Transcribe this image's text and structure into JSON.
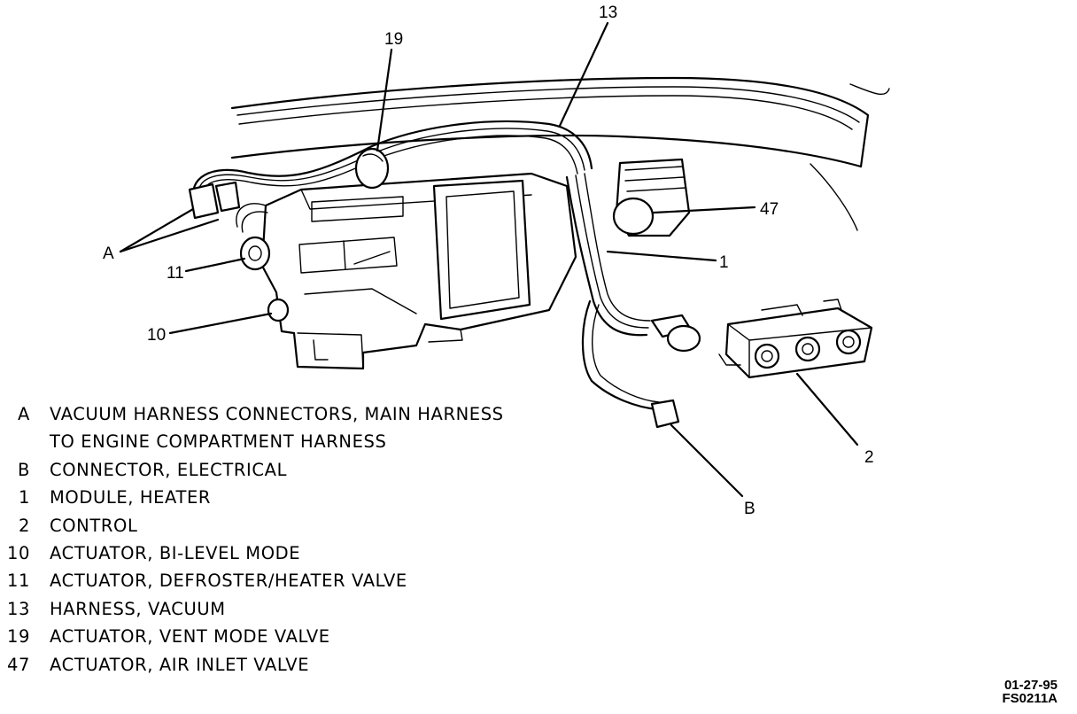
{
  "callouts": {
    "c19": "19",
    "c13": "13",
    "c47": "47",
    "c1": "1",
    "cA": "A",
    "c11": "11",
    "c10": "10",
    "c2": "2",
    "cB": "B"
  },
  "legend": [
    {
      "key": "A",
      "lines": [
        "VACUUM HARNESS CONNECTORS, MAIN HARNESS",
        "TO ENGINE COMPARTMENT HARNESS"
      ]
    },
    {
      "key": "B",
      "lines": [
        "CONNECTOR, ELECTRICAL"
      ]
    },
    {
      "key": "1",
      "lines": [
        "MODULE, HEATER"
      ]
    },
    {
      "key": "2",
      "lines": [
        "CONTROL"
      ]
    },
    {
      "key": "10",
      "lines": [
        "ACTUATOR, BI-LEVEL MODE"
      ]
    },
    {
      "key": "11",
      "lines": [
        "ACTUATOR, DEFROSTER/HEATER VALVE"
      ]
    },
    {
      "key": "13",
      "lines": [
        "HARNESS, VACUUM"
      ]
    },
    {
      "key": "19",
      "lines": [
        "ACTUATOR, VENT MODE VALVE"
      ]
    },
    {
      "key": "47",
      "lines": [
        "ACTUATOR, AIR INLET VALVE"
      ]
    }
  ],
  "reference": {
    "date": "01-27-95",
    "code": "FS0211A"
  }
}
